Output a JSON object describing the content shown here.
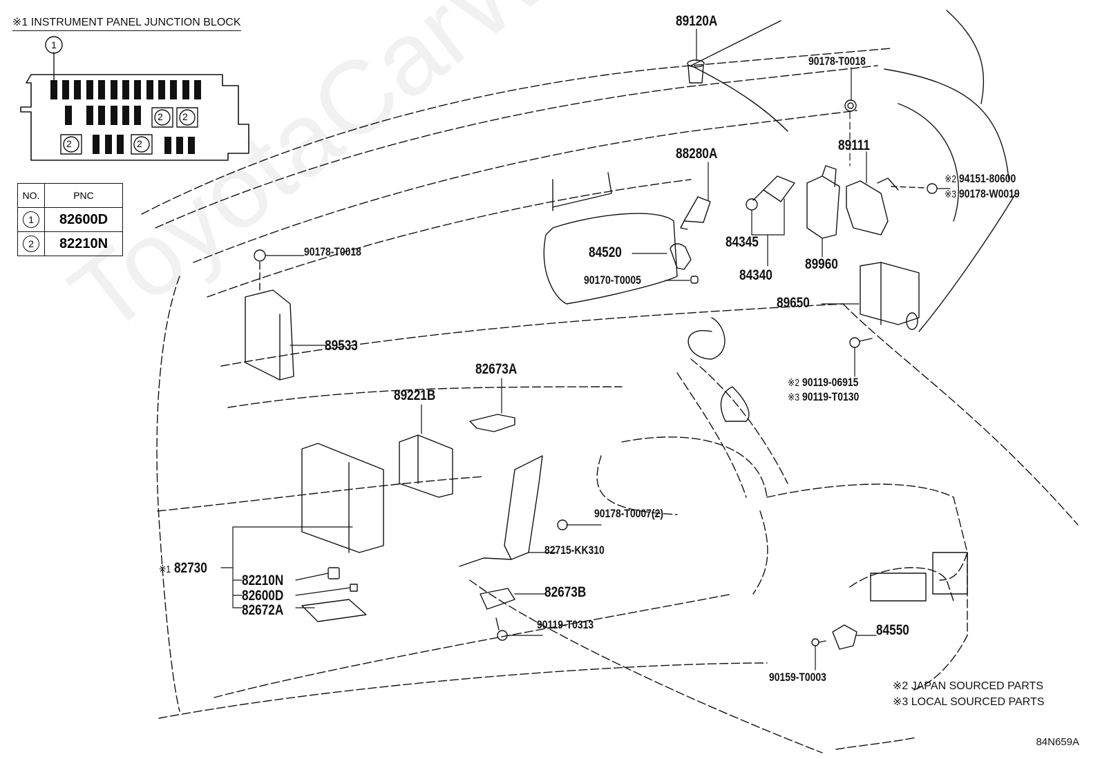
{
  "diagram": {
    "title": "※1 INSTRUMENT PANEL JUNCTION BLOCK",
    "illustration_code": "84N659A",
    "watermark": "ToyotaCarWire.ru",
    "junction_block": {
      "callout": "1",
      "fuse_markers": [
        "2",
        "2",
        "2",
        "2"
      ]
    },
    "pnc_table": {
      "headers": [
        "NO.",
        "PNC"
      ],
      "rows": [
        {
          "no": "1",
          "pnc": "82600D"
        },
        {
          "no": "2",
          "pnc": "82210N"
        }
      ]
    },
    "notes": [
      "※2 JAPAN SOURCED PARTS",
      "※3 LOCAL SOURCED PARTS"
    ],
    "parts": {
      "p89120A": "89120A",
      "p90178T0018_top": "90178-T0018",
      "p88280A": "88280A",
      "p89111": "89111",
      "p94151_mark": "※2",
      "p94151": "94151-80600",
      "p90178W0019_mark": "※3",
      "p90178W0019": "90178-W0019",
      "p84520": "84520",
      "p90170T0005": "90170-T0005",
      "p84345": "84345",
      "p84340": "84340",
      "p89960": "89960",
      "p89650": "89650",
      "p90119_06915_mark": "※2",
      "p90119_06915": "90119-06915",
      "p90119T0130_mark": "※3",
      "p90119T0130": "90119-T0130",
      "p90178T0018_left": "90178-T0018",
      "p89533": "89533",
      "p82673A": "82673A",
      "p89221B": "89221B",
      "p90178T0007": "90178-T0007(2)",
      "p82715KK310": "82715-KK310",
      "p82730_mark": "※1",
      "p82730": "82730",
      "p82210N": "82210N",
      "p82600D": "82600D",
      "p82672A": "82672A",
      "p82673B": "82673B",
      "p90119T0313": "90119-T0313",
      "p84550": "84550",
      "p90159T0003": "90159-T0003"
    }
  }
}
